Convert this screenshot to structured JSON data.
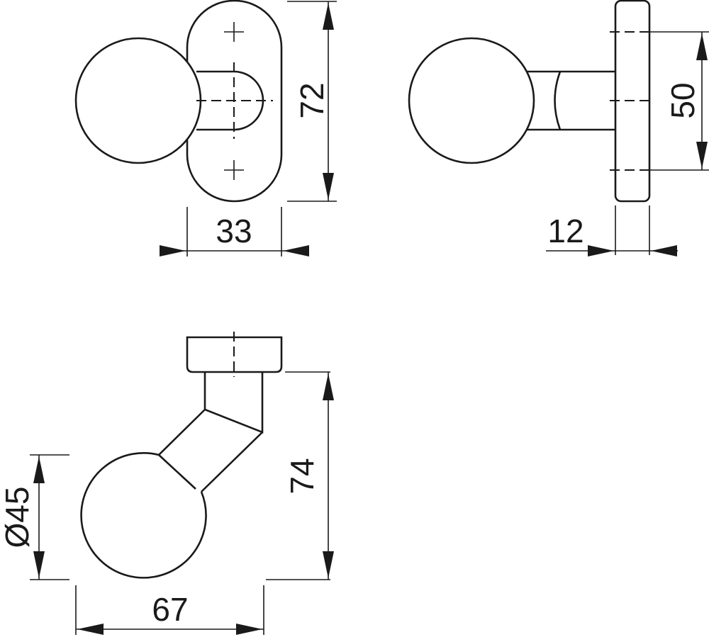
{
  "dimensions": {
    "front_height": "72",
    "front_width": "33",
    "side_spacing": "50",
    "side_thickness": "12",
    "top_projection": "74",
    "ball_diameter": "Ø45",
    "top_depth": "67"
  },
  "colors": {
    "line": "#1a1a1a",
    "background": "#ffffff"
  }
}
